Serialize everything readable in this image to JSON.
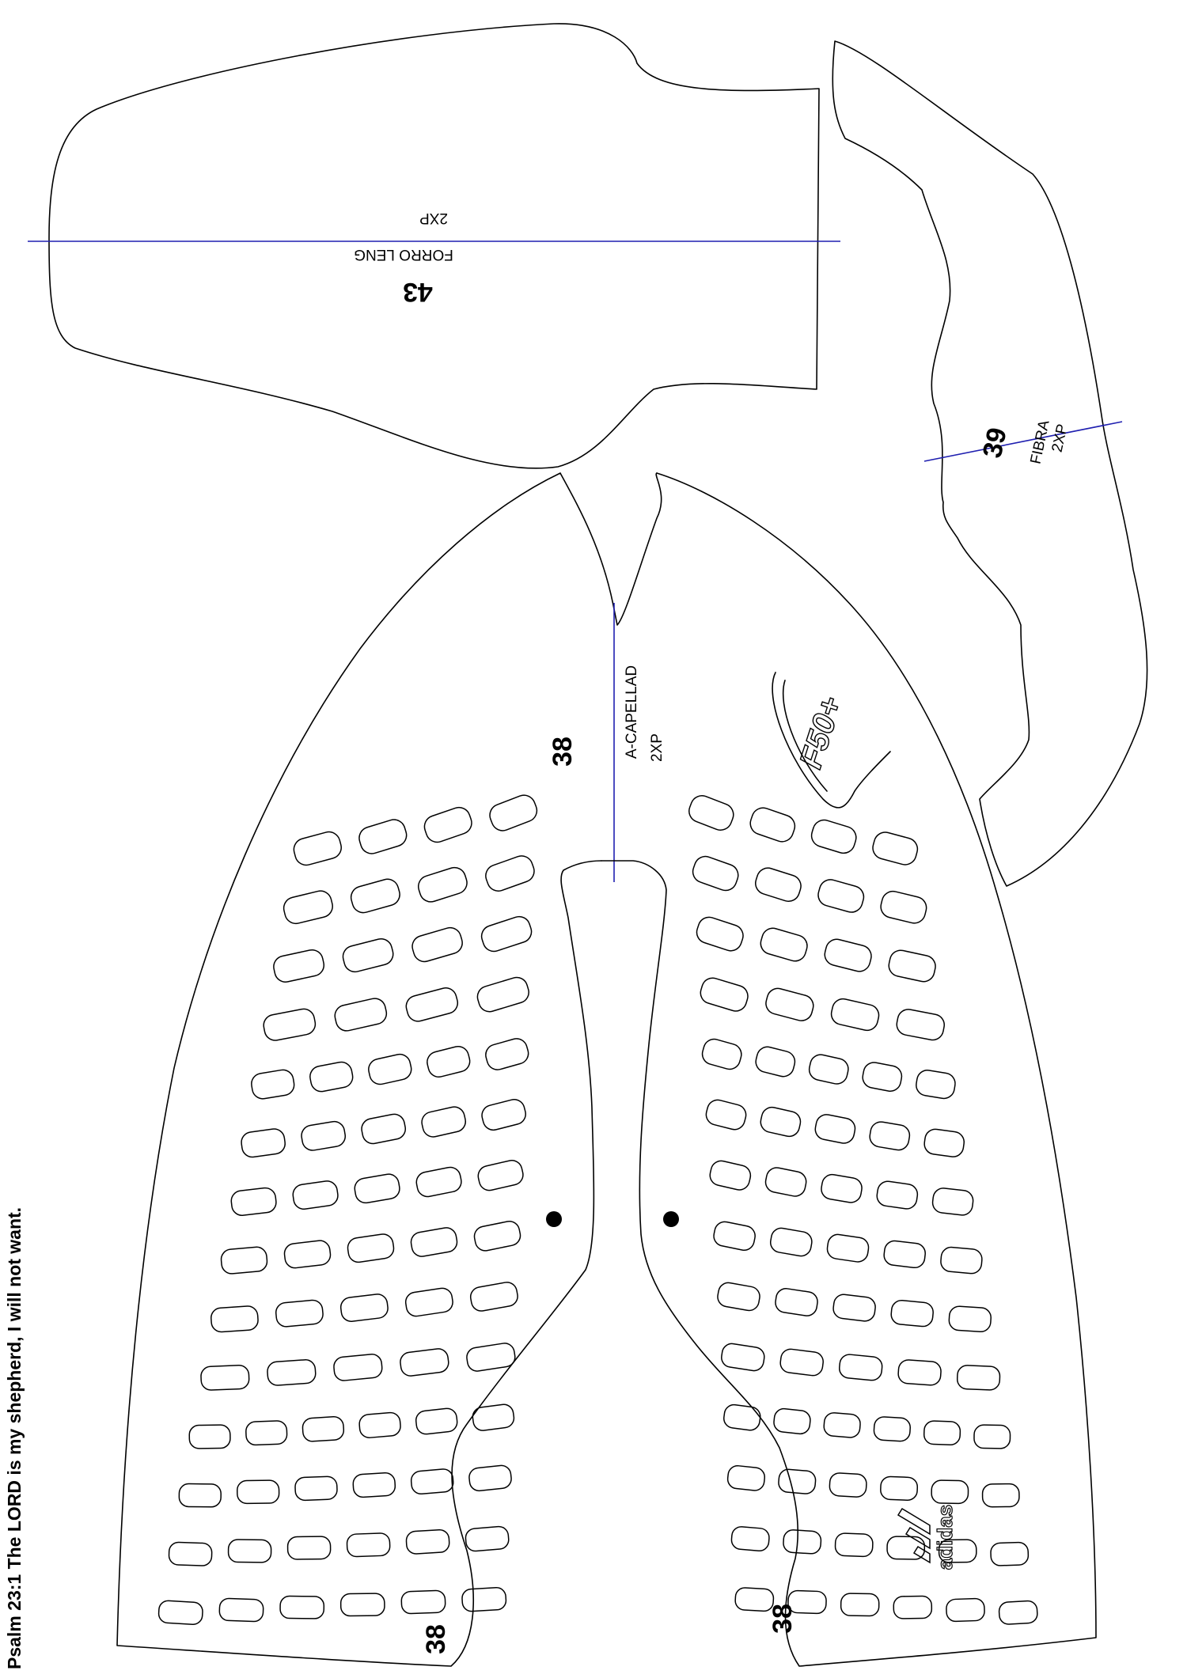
{
  "colors": {
    "outline": "#000000",
    "guide_line": "#1f1fb0",
    "background": "#ffffff"
  },
  "pieces": {
    "forro": {
      "number": "43",
      "name": "FORRO LENG",
      "qty": "2XP"
    },
    "fibra": {
      "number": "39",
      "name": "FIBRA",
      "qty": "2XP"
    },
    "capellad": {
      "number": "38",
      "name": "A-CAPELLAD",
      "qty": "2XP",
      "left_toe_number": "38",
      "right_toe_number": "38"
    }
  },
  "logos": {
    "model": "F50+",
    "brand": "adidas"
  },
  "footer": {
    "verse": "Psalm 23:1 The LORD is my shepherd, I will not want."
  }
}
